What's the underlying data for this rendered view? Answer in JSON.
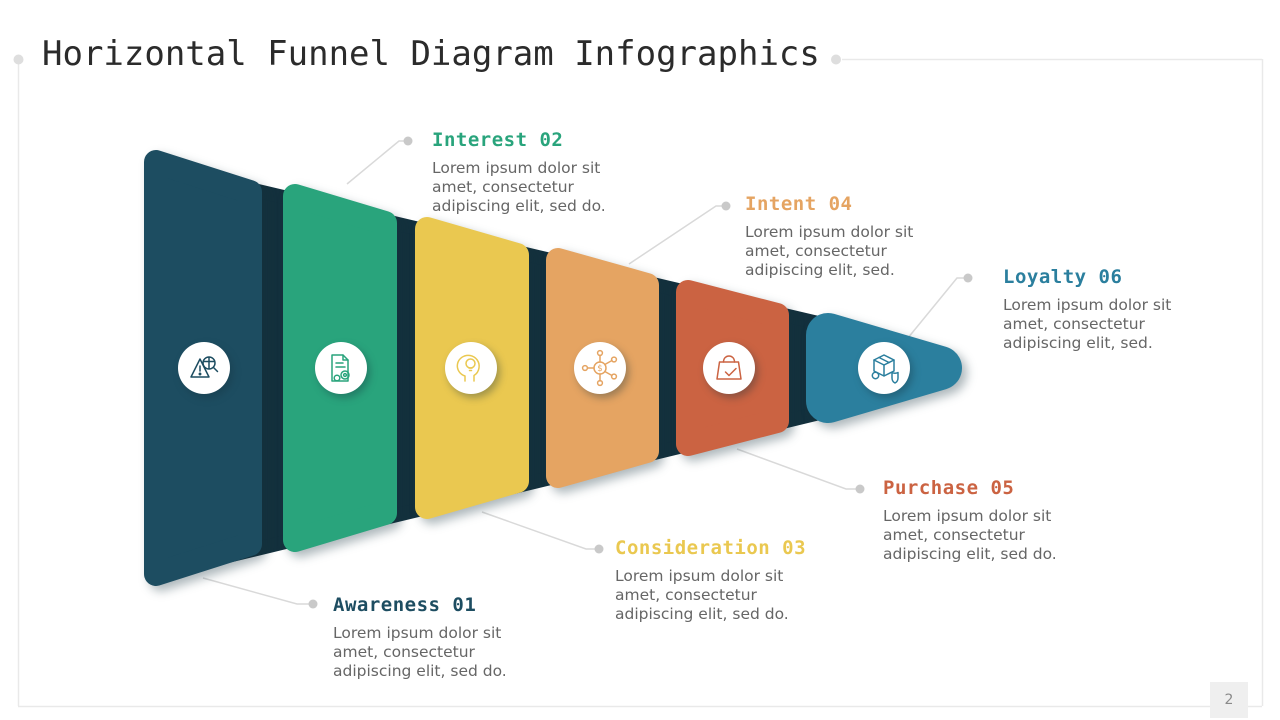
{
  "slide": {
    "title": "Horizontal Funnel Diagram Infographics",
    "page_number": "2"
  },
  "colors": {
    "background": "#ffffff",
    "title_text": "#2b2b2b",
    "body_text": "#666666",
    "funnel_body": "#13303d",
    "connector_line": "#d9d9d9",
    "connector_dot": "#c9c9c9",
    "frame_line": "#e9e9e9",
    "frame_dot": "#dedede",
    "icon_circle": "#ffffff",
    "page_badge_bg": "#efefef",
    "page_badge_text": "#8a8a8a"
  },
  "stages": [
    {
      "order": "01",
      "label": "Awareness 01",
      "description": "Lorem ipsum dolor sit amet, consectetur adipiscing elit, sed do.",
      "color": "#1d4d61",
      "icon": "alert-magnifier-icon",
      "callout_position": "bottom"
    },
    {
      "order": "02",
      "label": "Interest 02",
      "description": "Lorem ipsum dolor sit amet, consectetur adipiscing elit, sed do.",
      "color": "#29a47c",
      "icon": "document-gears-icon",
      "callout_position": "top"
    },
    {
      "order": "03",
      "label": "Consideration 03",
      "description": "Lorem ipsum dolor sit amet, consectetur adipiscing elit, sed do.",
      "color": "#eac850",
      "icon": "head-bulb-icon",
      "callout_position": "bottom"
    },
    {
      "order": "04",
      "label": "Intent 04",
      "description": "Lorem ipsum dolor sit amet, consectetur adipiscing elit, sed.",
      "color": "#e5a462",
      "icon": "money-network-icon",
      "callout_position": "top",
      "icon_glyph": "$"
    },
    {
      "order": "05",
      "label": "Purchase 05",
      "description": "Lorem ipsum dolor sit amet, consectetur adipiscing elit, sed do.",
      "color": "#cb6342",
      "icon": "shopping-bag-check-icon",
      "callout_position": "bottom"
    },
    {
      "order": "06",
      "label": "Loyalty 06",
      "description": "Lorem ipsum dolor sit amet, consectetur adipiscing elit, sed.",
      "color": "#2b7f9e",
      "icon": "package-shield-icon",
      "callout_position": "top"
    }
  ]
}
